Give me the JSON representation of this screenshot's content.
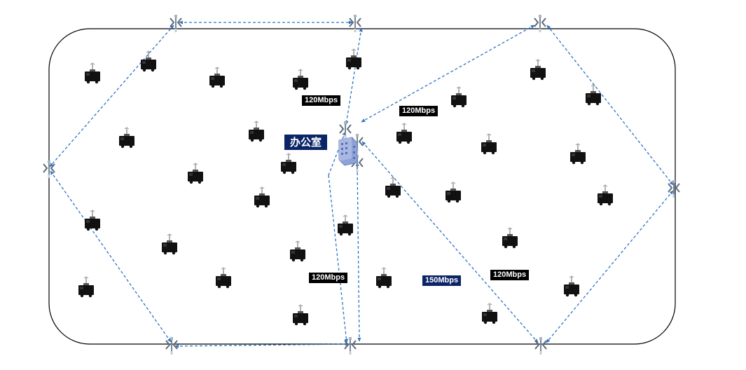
{
  "office_label": "办公室",
  "link_labels": {
    "top_left": "120Mbps",
    "top_right": "120Mbps",
    "bottom_left": "120Mbps",
    "bottom_center": "150Mbps",
    "bottom_right": "120Mbps"
  },
  "colors": {
    "link_line": "#2e74c4",
    "label_dark": "#000000",
    "label_navy": "#0b2466",
    "boundary": "#000000"
  },
  "icons": {
    "tower": "cell-tower-icon",
    "vehicle": "truck-icon",
    "office": "office-building-icon"
  }
}
